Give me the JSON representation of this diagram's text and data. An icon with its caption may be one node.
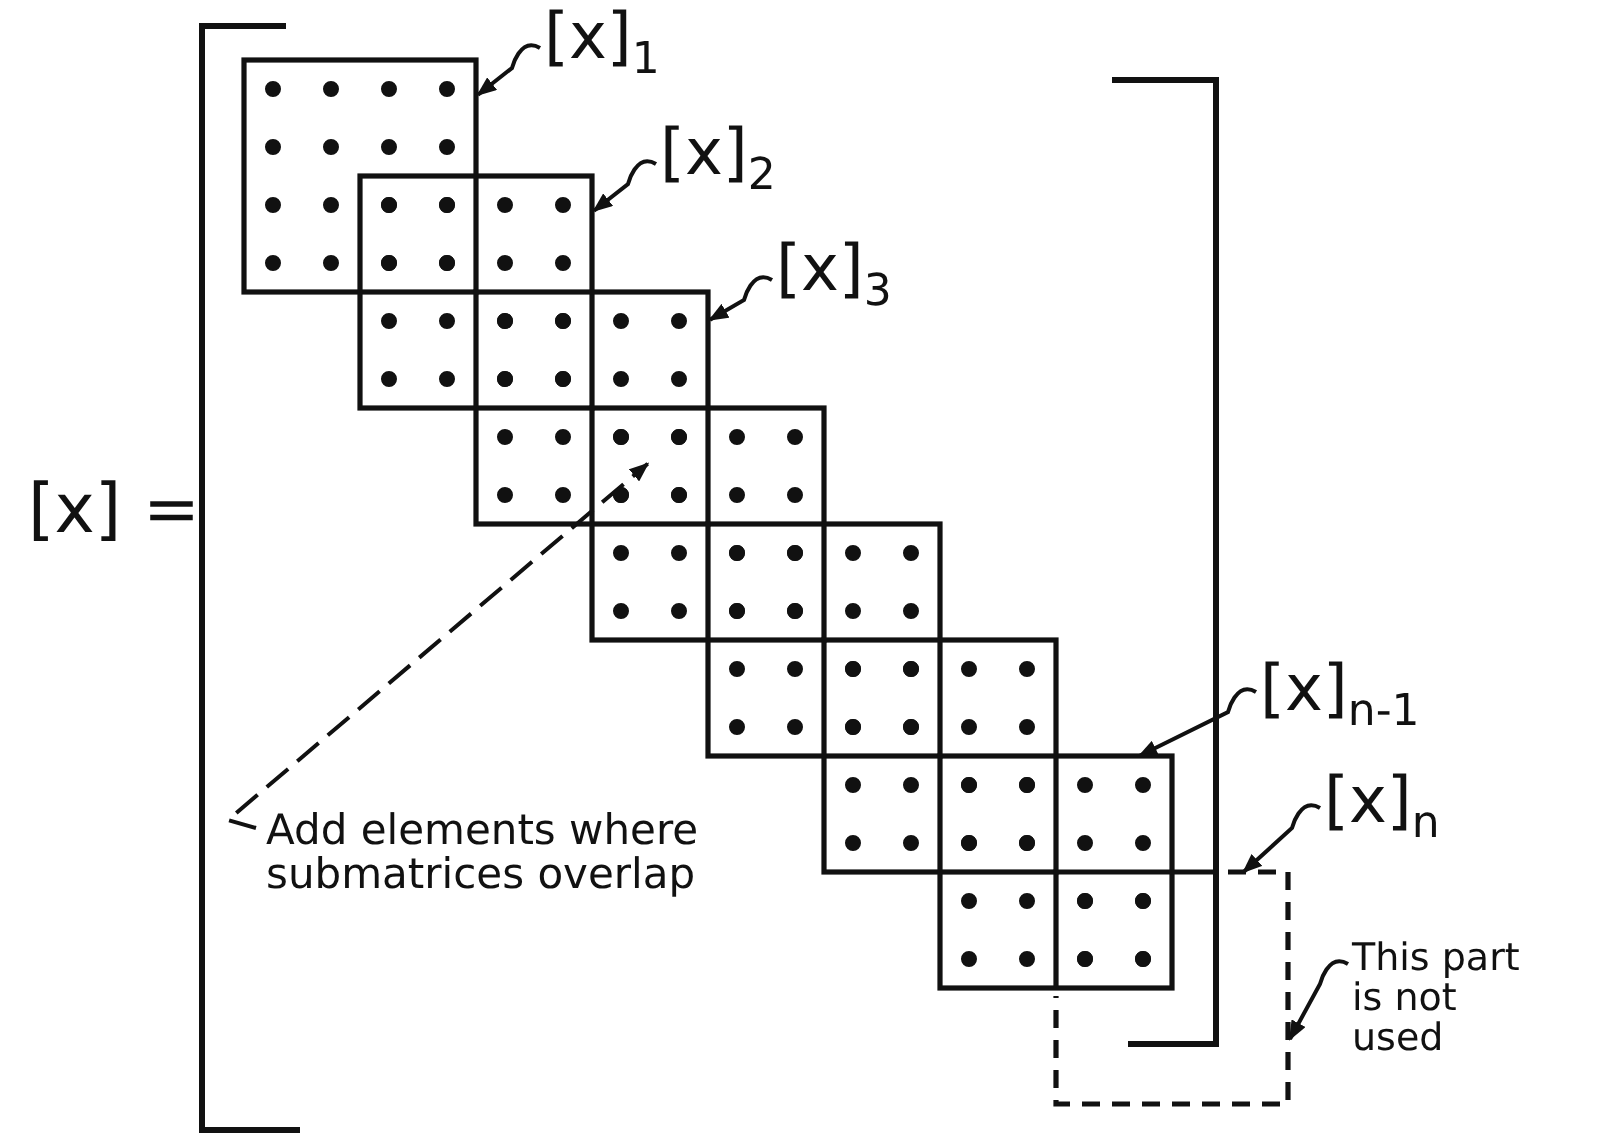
{
  "diagram": {
    "nodes": [
      {
        "text": [],
        "shape": "box"
      },
      {
        "text": [],
        "shape": "box"
      },
      {
        "text": [],
        "shape": "box"
      },
      {
        "text": [],
        "shape": "box"
      },
      {
        "text": [],
        "shape": "box"
      },
      {
        "text": [],
        "shape": "box"
      },
      {
        "text": [],
        "shape": "box"
      },
      {
        "text": [],
        "shape": "box"
      },
      {
        "text": [
          "[x]$_{1}$"
        ]
      },
      {
        "text": [
          "[x]$_{2}$"
        ]
      },
      {
        "text": [
          "[x]$_{3}$"
        ]
      },
      {
        "text": [
          "[x]$_{n-1}$"
        ]
      },
      {
        "text": [
          "[x]$_{n}$"
        ]
      },
      {
        "text": [
          "This part is not used"
        ]
      },
      {
        "text": [
          "Add elements where submatrices overlap"
        ]
      }
    ],
    "edges": [
      {
        "from": 8,
        "to": 0,
        "arrow": "to"
      },
      {
        "from": 9,
        "to": 1,
        "arrow": "to"
      },
      {
        "from": 10,
        "to": 2,
        "arrow": "to"
      },
      {
        "from": 11,
        "to": 6,
        "arrow": "to"
      },
      {
        "from": 12,
        "to": 7,
        "arrow": "to"
      },
      {
        "from": 13,
        "to": 7,
        "arrow": "to"
      },
      {
        "from": 14,
        "to": 2,
        "arrow": "to",
        "style": "dashed"
      }
    ],
    "labels": [
      "[x] ="
    ]
  }
}
